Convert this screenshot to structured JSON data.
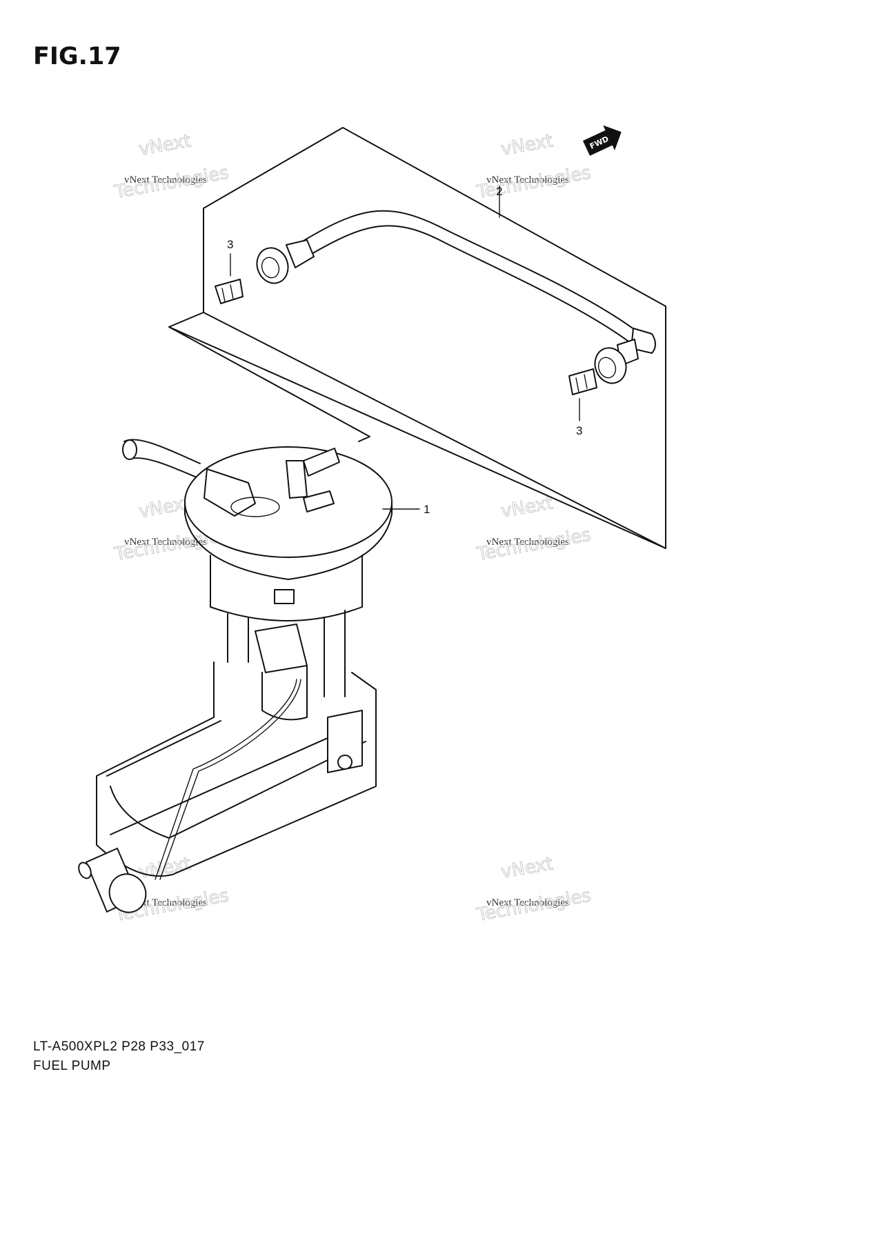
{
  "figure": {
    "title": "FIG.17",
    "code": "LT-A500XPL2 P28 P33_017",
    "name": "FUEL PUMP"
  },
  "callouts": [
    {
      "id": "part-1",
      "label": "1"
    },
    {
      "id": "part-2",
      "label": "2"
    },
    {
      "id": "part-3-upper",
      "label": "3"
    },
    {
      "id": "part-3-lower",
      "label": "3"
    }
  ],
  "direction_badge": "FWD",
  "watermark": {
    "line1": "vNext",
    "line2": "vNext Technologies",
    "line3": "Technologies"
  }
}
